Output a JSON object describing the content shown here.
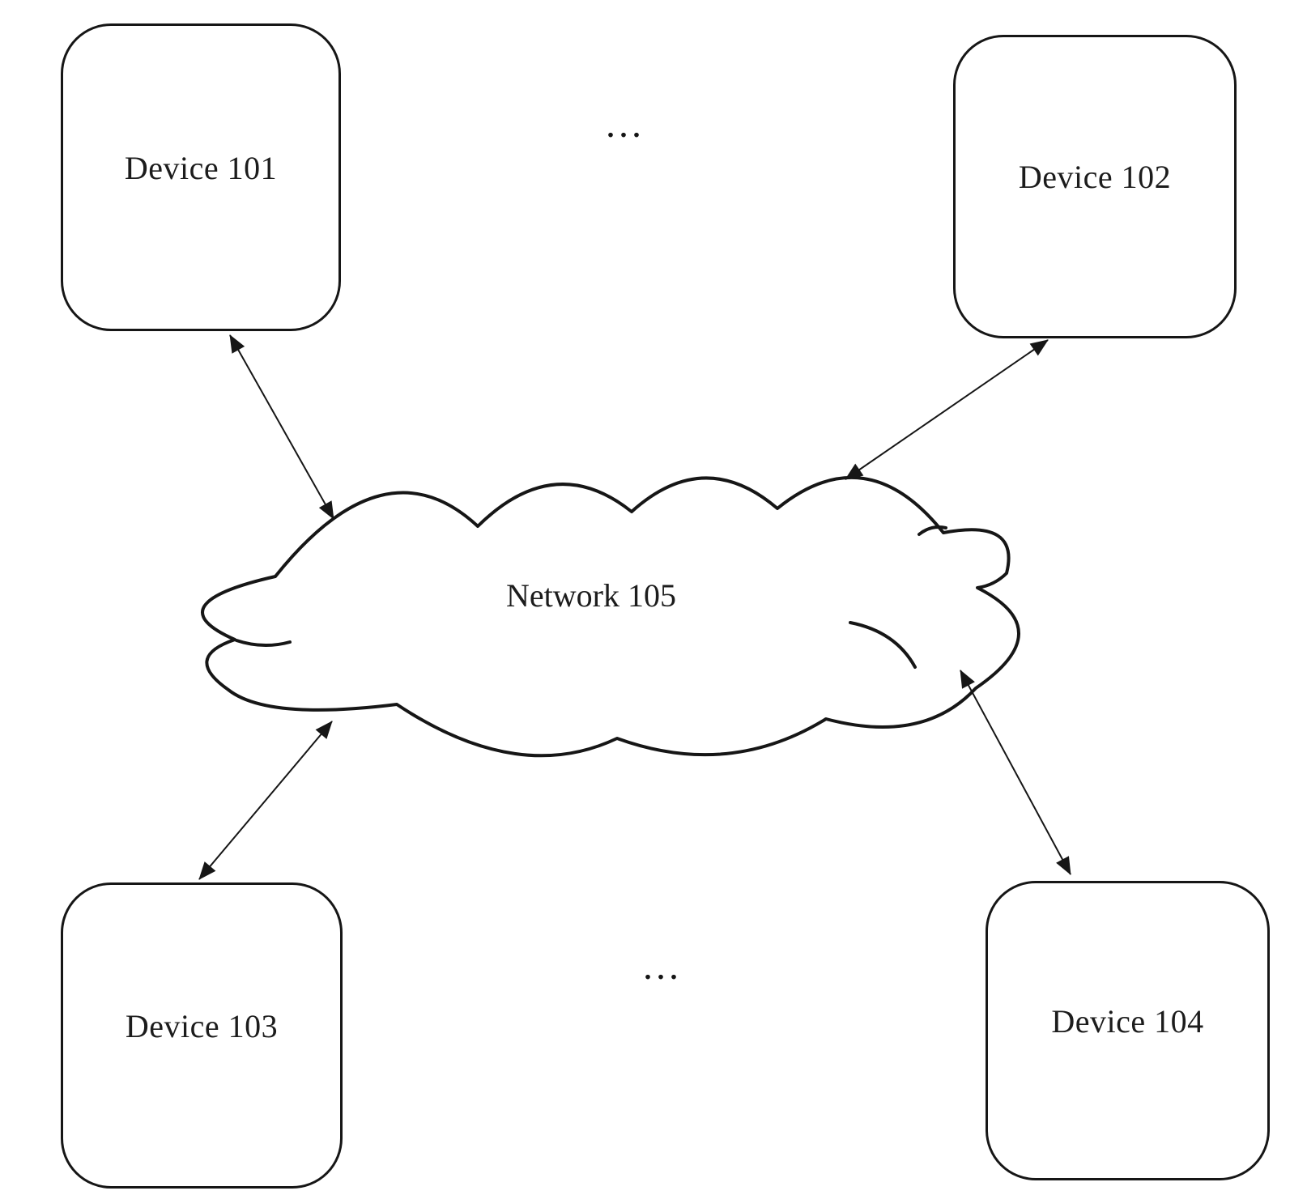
{
  "figure": {
    "type": "network-diagram",
    "background_color": "#ffffff",
    "line_color": "#161616",
    "text_color": "#1c1c1c"
  },
  "devices": [
    {
      "label": "Device 101"
    },
    {
      "label": "Device 102"
    },
    {
      "label": "Device 103"
    },
    {
      "label": "Device 104"
    }
  ],
  "network": {
    "label": "Network 105"
  },
  "ellipsis": {
    "top": "...",
    "bottom": "..."
  },
  "connections": [
    {
      "from": "Device 101",
      "to": "Network 105",
      "style": "double-headed-arrow"
    },
    {
      "from": "Device 102",
      "to": "Network 105",
      "style": "double-headed-arrow"
    },
    {
      "from": "Device 103",
      "to": "Network 105",
      "style": "double-headed-arrow"
    },
    {
      "from": "Device 104",
      "to": "Network 105",
      "style": "double-headed-arrow"
    }
  ]
}
